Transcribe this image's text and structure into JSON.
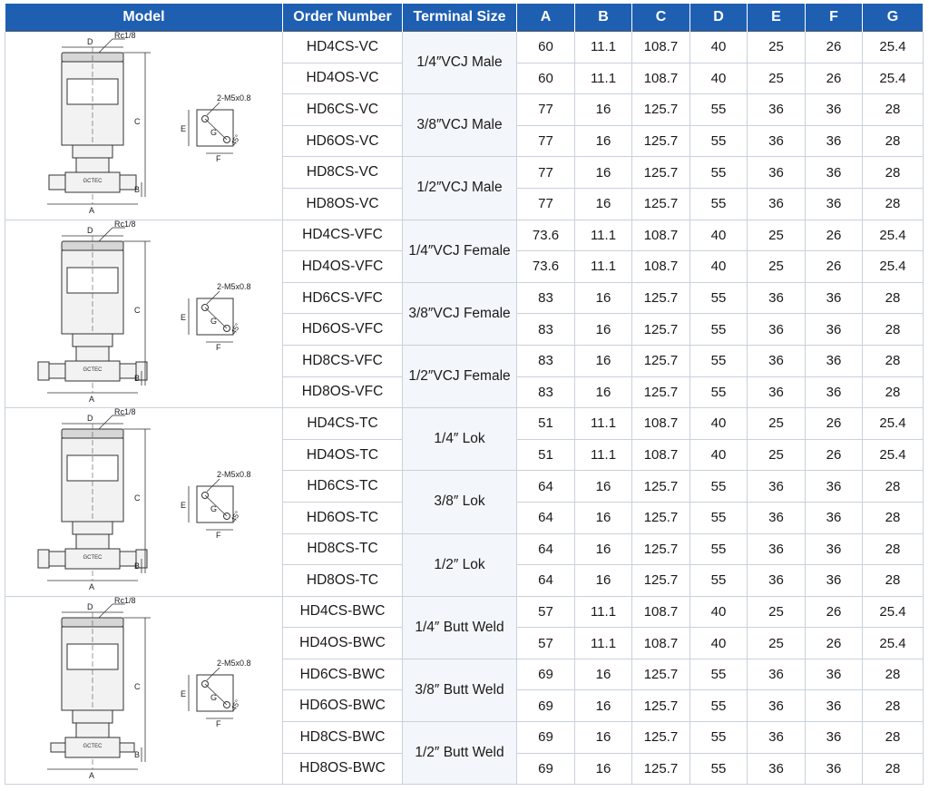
{
  "headers": {
    "model": "Model",
    "order": "Order Number",
    "terminal": "Terminal Size",
    "a": "A",
    "b": "B",
    "c": "C",
    "d": "D",
    "e": "E",
    "f": "F",
    "g": "G"
  },
  "drawing_labels": {
    "d": "D",
    "rc": "Rc1/8",
    "c": "C",
    "b": "B",
    "a": "A",
    "e": "E",
    "f": "F",
    "g": "G",
    "hole": "2-M5x0.8",
    "angle": "45°",
    "brand": "GCTEC"
  },
  "colors": {
    "header_bg": "#1f5fb2",
    "header_text": "#ffffff",
    "grid_line": "#c9d1db",
    "group_line": "#555b66"
  },
  "groups": [
    {
      "type": "VC",
      "rows": [
        {
          "order": "HD4CS-VC",
          "a": "60",
          "b": "11.1",
          "c": "108.7",
          "d": "40",
          "e": "25",
          "f": "26",
          "g": "25.4"
        },
        {
          "order": "HD4OS-VC",
          "a": "60",
          "b": "11.1",
          "c": "108.7",
          "d": "40",
          "e": "25",
          "f": "26",
          "g": "25.4"
        },
        {
          "order": "HD6CS-VC",
          "a": "77",
          "b": "16",
          "c": "125.7",
          "d": "55",
          "e": "36",
          "f": "36",
          "g": "28"
        },
        {
          "order": "HD6OS-VC",
          "a": "77",
          "b": "16",
          "c": "125.7",
          "d": "55",
          "e": "36",
          "f": "36",
          "g": "28"
        },
        {
          "order": "HD8CS-VC",
          "a": "77",
          "b": "16",
          "c": "125.7",
          "d": "55",
          "e": "36",
          "f": "36",
          "g": "28"
        },
        {
          "order": "HD8OS-VC",
          "a": "77",
          "b": "16",
          "c": "125.7",
          "d": "55",
          "e": "36",
          "f": "36",
          "g": "28"
        }
      ],
      "terminals": [
        "1/4″VCJ Male",
        "3/8″VCJ Male",
        "1/2″VCJ Male"
      ]
    },
    {
      "type": "VFC",
      "rows": [
        {
          "order": "HD4CS-VFC",
          "a": "73.6",
          "b": "11.1",
          "c": "108.7",
          "d": "40",
          "e": "25",
          "f": "26",
          "g": "25.4"
        },
        {
          "order": "HD4OS-VFC",
          "a": "73.6",
          "b": "11.1",
          "c": "108.7",
          "d": "40",
          "e": "25",
          "f": "26",
          "g": "25.4"
        },
        {
          "order": "HD6CS-VFC",
          "a": "83",
          "b": "16",
          "c": "125.7",
          "d": "55",
          "e": "36",
          "f": "36",
          "g": "28"
        },
        {
          "order": "HD6OS-VFC",
          "a": "83",
          "b": "16",
          "c": "125.7",
          "d": "55",
          "e": "36",
          "f": "36",
          "g": "28"
        },
        {
          "order": "HD8CS-VFC",
          "a": "83",
          "b": "16",
          "c": "125.7",
          "d": "55",
          "e": "36",
          "f": "36",
          "g": "28"
        },
        {
          "order": "HD8OS-VFC",
          "a": "83",
          "b": "16",
          "c": "125.7",
          "d": "55",
          "e": "36",
          "f": "36",
          "g": "28"
        }
      ],
      "terminals": [
        "1/4″VCJ Female",
        "3/8″VCJ Female",
        "1/2″VCJ Female"
      ]
    },
    {
      "type": "TC",
      "rows": [
        {
          "order": "HD4CS-TC",
          "a": "51",
          "b": "11.1",
          "c": "108.7",
          "d": "40",
          "e": "25",
          "f": "26",
          "g": "25.4"
        },
        {
          "order": "HD4OS-TC",
          "a": "51",
          "b": "11.1",
          "c": "108.7",
          "d": "40",
          "e": "25",
          "f": "26",
          "g": "25.4"
        },
        {
          "order": "HD6CS-TC",
          "a": "64",
          "b": "16",
          "c": "125.7",
          "d": "55",
          "e": "36",
          "f": "36",
          "g": "28"
        },
        {
          "order": "HD6OS-TC",
          "a": "64",
          "b": "16",
          "c": "125.7",
          "d": "55",
          "e": "36",
          "f": "36",
          "g": "28"
        },
        {
          "order": "HD8CS-TC",
          "a": "64",
          "b": "16",
          "c": "125.7",
          "d": "55",
          "e": "36",
          "f": "36",
          "g": "28"
        },
        {
          "order": "HD8OS-TC",
          "a": "64",
          "b": "16",
          "c": "125.7",
          "d": "55",
          "e": "36",
          "f": "36",
          "g": "28"
        }
      ],
      "terminals": [
        "1/4″ Lok",
        "3/8″ Lok",
        "1/2″ Lok"
      ]
    },
    {
      "type": "BWC",
      "rows": [
        {
          "order": "HD4CS-BWC",
          "a": "57",
          "b": "11.1",
          "c": "108.7",
          "d": "40",
          "e": "25",
          "f": "26",
          "g": "25.4"
        },
        {
          "order": "HD4OS-BWC",
          "a": "57",
          "b": "11.1",
          "c": "108.7",
          "d": "40",
          "e": "25",
          "f": "26",
          "g": "25.4"
        },
        {
          "order": "HD6CS-BWC",
          "a": "69",
          "b": "16",
          "c": "125.7",
          "d": "55",
          "e": "36",
          "f": "36",
          "g": "28"
        },
        {
          "order": "HD6OS-BWC",
          "a": "69",
          "b": "16",
          "c": "125.7",
          "d": "55",
          "e": "36",
          "f": "36",
          "g": "28"
        },
        {
          "order": "HD8CS-BWC",
          "a": "69",
          "b": "16",
          "c": "125.7",
          "d": "55",
          "e": "36",
          "f": "36",
          "g": "28"
        },
        {
          "order": "HD8OS-BWC",
          "a": "69",
          "b": "16",
          "c": "125.7",
          "d": "55",
          "e": "36",
          "f": "36",
          "g": "28"
        }
      ],
      "terminals": [
        "1/4″ Butt Weld",
        "3/8″ Butt Weld",
        "1/2″ Butt Weld"
      ]
    }
  ]
}
